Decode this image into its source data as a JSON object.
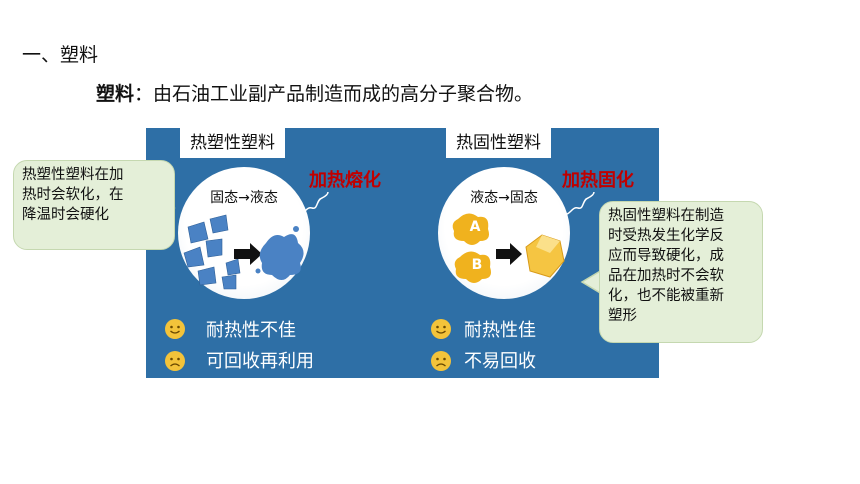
{
  "section_heading": "一、塑料",
  "definition": {
    "term": "塑料",
    "colon": "：",
    "text": "由石油工业副产品制造而成的高分子聚合物。"
  },
  "thermoplastic": {
    "title": "热塑性塑料",
    "state_change": "固态→液态",
    "process": "加热熔化",
    "callout": [
      "热塑性塑料在加",
      "热时会软化，在",
      "降温时会硬化"
    ],
    "pro": "耐热性不佳",
    "con": "可回收再利用"
  },
  "thermoset": {
    "title": "热固性塑料",
    "state_change": "液态→固态",
    "process": "加热固化",
    "blob_a": "A",
    "blob_b": "B",
    "callout": [
      "热固性塑料在制造",
      "时受热发生化学反",
      "应而导致硬化，成",
      "品在加热时不会软",
      "化，也不能被重新",
      "塑形"
    ],
    "pro": "耐热性佳",
    "con": "不易回收"
  },
  "colors": {
    "panel": "#2e6fa6",
    "process_text": "#c00000",
    "callout_bg": "#e4efd8",
    "face": "#f3c33a"
  }
}
